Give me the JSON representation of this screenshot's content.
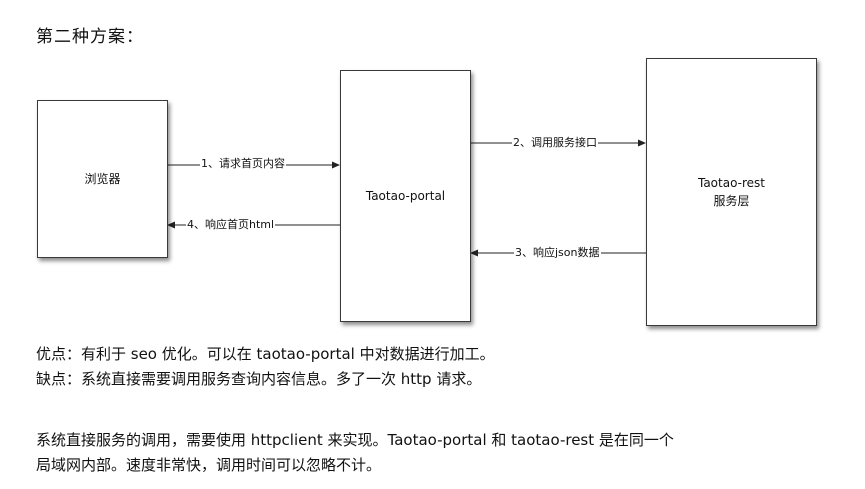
{
  "heading": "第二种方案：",
  "diagram": {
    "boxes": {
      "browser": "浏览器",
      "portal": "Taotao-portal",
      "rest_line1": "Taotao-rest",
      "rest_line2": "服务层"
    },
    "edges": {
      "e1": "1、请求首页内容",
      "e2": "2、调用服务接口",
      "e3": "3、响应json数据",
      "e4": "4、响应首页html"
    }
  },
  "notes": {
    "pros": "优点：有利于 seo 优化。可以在 taotao-portal 中对数据进行加工。",
    "cons": "缺点：系统直接需要调用服务查询内容信息。多了一次 http 请求。",
    "explain_line1": "系统直接服务的调用，需要使用 httpclient 来实现。Taotao-portal 和 taotao-rest 是在同一个",
    "explain_line2": "局域网内部。速度非常快，调用时间可以忽略不计。"
  }
}
